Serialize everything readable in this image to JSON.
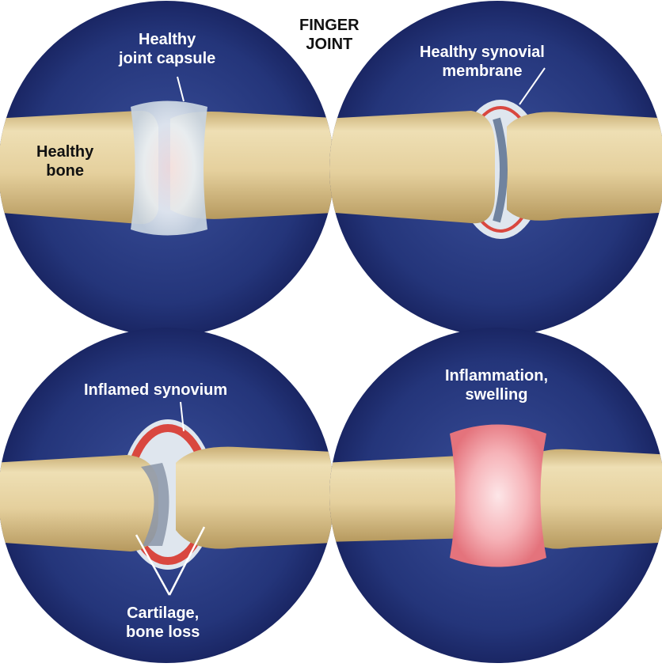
{
  "title": {
    "line1": "FINGER",
    "line2": "JOINT"
  },
  "panels": [
    {
      "id": "healthy-capsule",
      "labels": [
        {
          "line1": "Healthy",
          "line2": "joint capsule"
        },
        {
          "line1": "Healthy",
          "line2": "bone"
        }
      ]
    },
    {
      "id": "healthy-synovial",
      "labels": [
        {
          "line1": "Healthy synovial",
          "line2": "membrane"
        }
      ]
    },
    {
      "id": "inflamed-synovium",
      "labels": [
        {
          "line1": "Inflamed synovium",
          "line2": ""
        },
        {
          "line1": "Cartilage,",
          "line2": "bone loss"
        }
      ]
    },
    {
      "id": "inflammation-swelling",
      "labels": [
        {
          "line1": "Inflammation,",
          "line2": "swelling"
        }
      ]
    }
  ],
  "colors": {
    "circle_blue": "#1f2d6e",
    "circle_blue_light": "#3a4f9a",
    "bone": "#e6d4a4",
    "bone_shadow": "#bfa46e",
    "capsule": "#e9eef4",
    "synovium_red": "#d9473f",
    "swelling_pink": "#f39aa0"
  }
}
